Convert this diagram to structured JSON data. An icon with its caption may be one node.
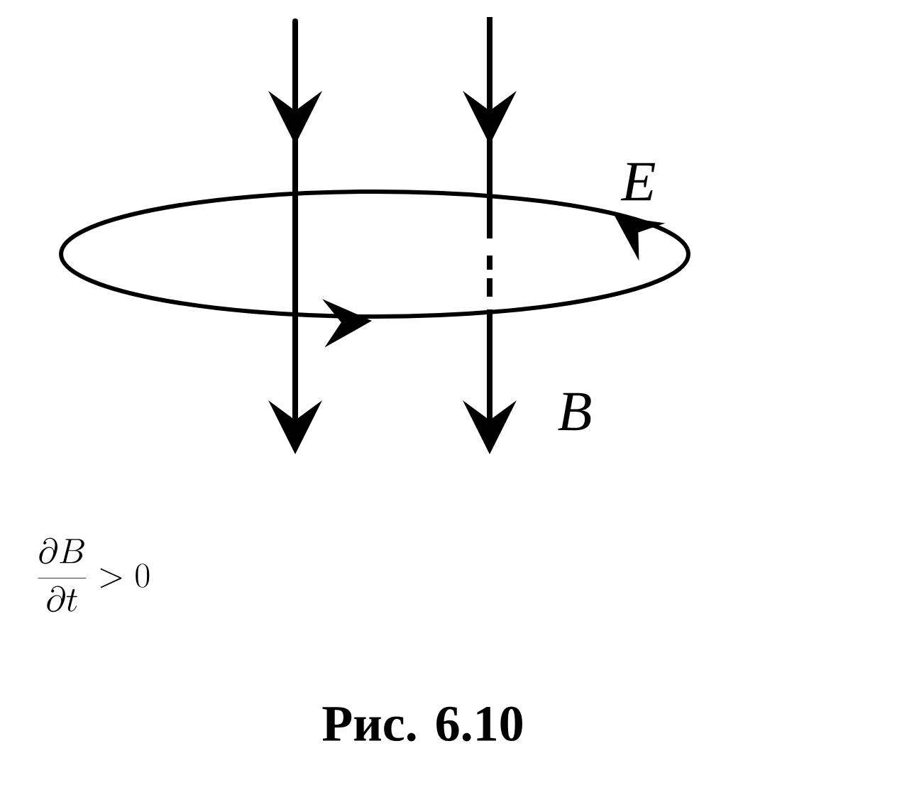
{
  "diagram": {
    "caption": "Рис. 6.10",
    "labels": [
      "E",
      "B",
      "\\frac{\\partial B}{\\partial t} > 0"
    ]
  }
}
